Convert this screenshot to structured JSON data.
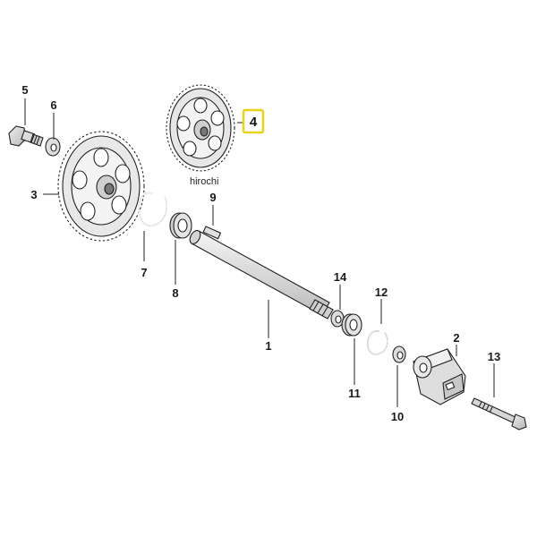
{
  "watermark": "hirochi",
  "highlight_color": "#e8d21a",
  "callouts": {
    "p1": "1",
    "p2": "2",
    "p3": "3",
    "p4": "4",
    "p5": "5",
    "p6": "6",
    "p7": "7",
    "p8": "8",
    "p9": "9",
    "p10": "10",
    "p11": "11",
    "p12": "12",
    "p13": "13",
    "p14": "14"
  }
}
